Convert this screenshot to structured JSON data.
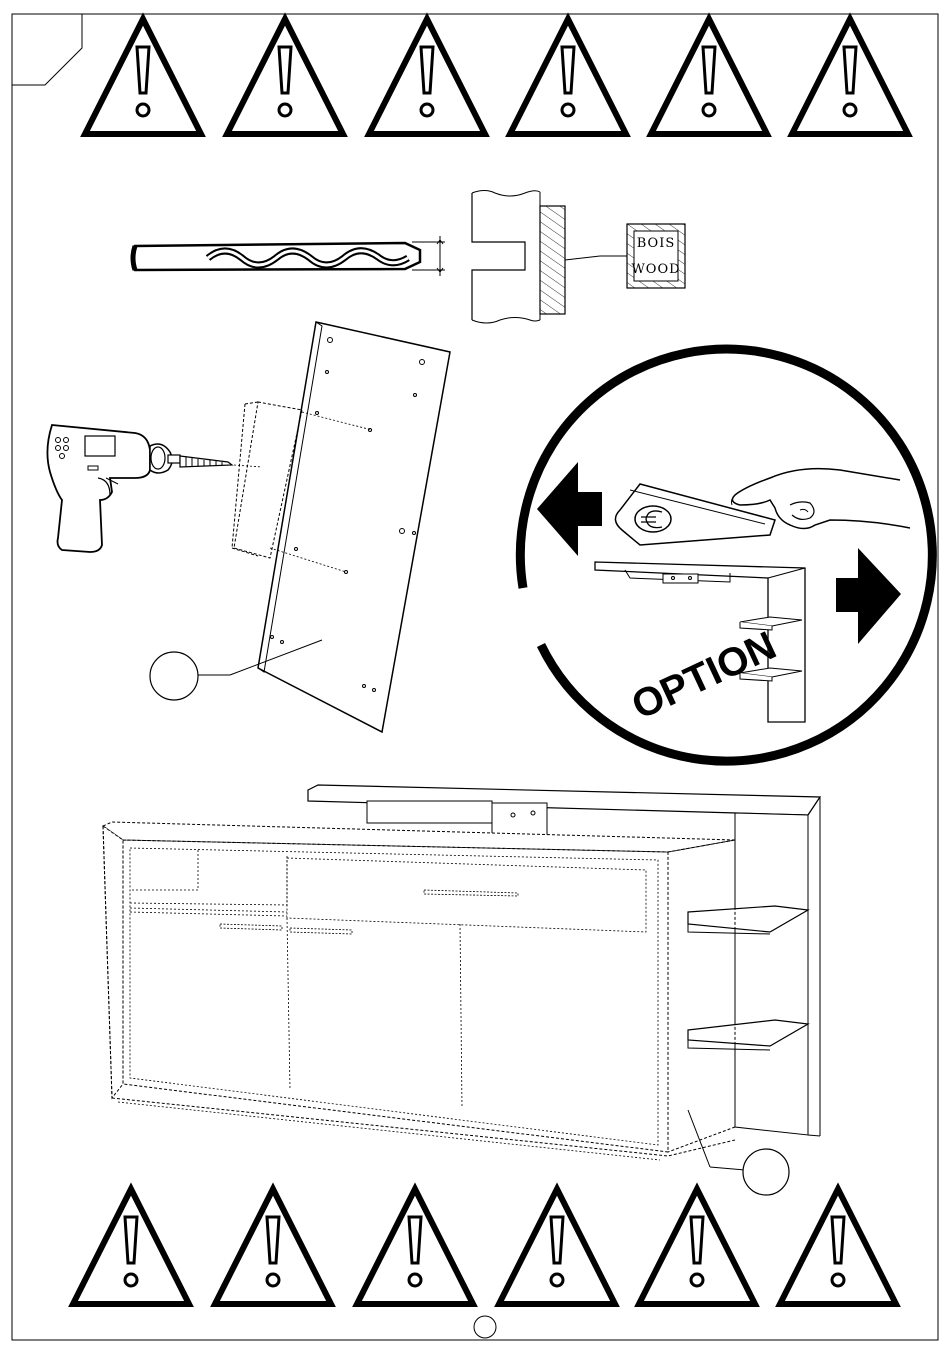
{
  "page": {
    "material_label_line1": "BOIS",
    "material_label_line2": "WOOD",
    "option_label": "OPTION",
    "page_number": ""
  },
  "icons": {
    "warning": "warning-triangle-icon",
    "money": "euro-banknote-icon",
    "drill": "cordless-drill-icon",
    "bit": "drill-bit-icon"
  },
  "warnings": {
    "top_count": 6,
    "bottom_count": 6
  }
}
